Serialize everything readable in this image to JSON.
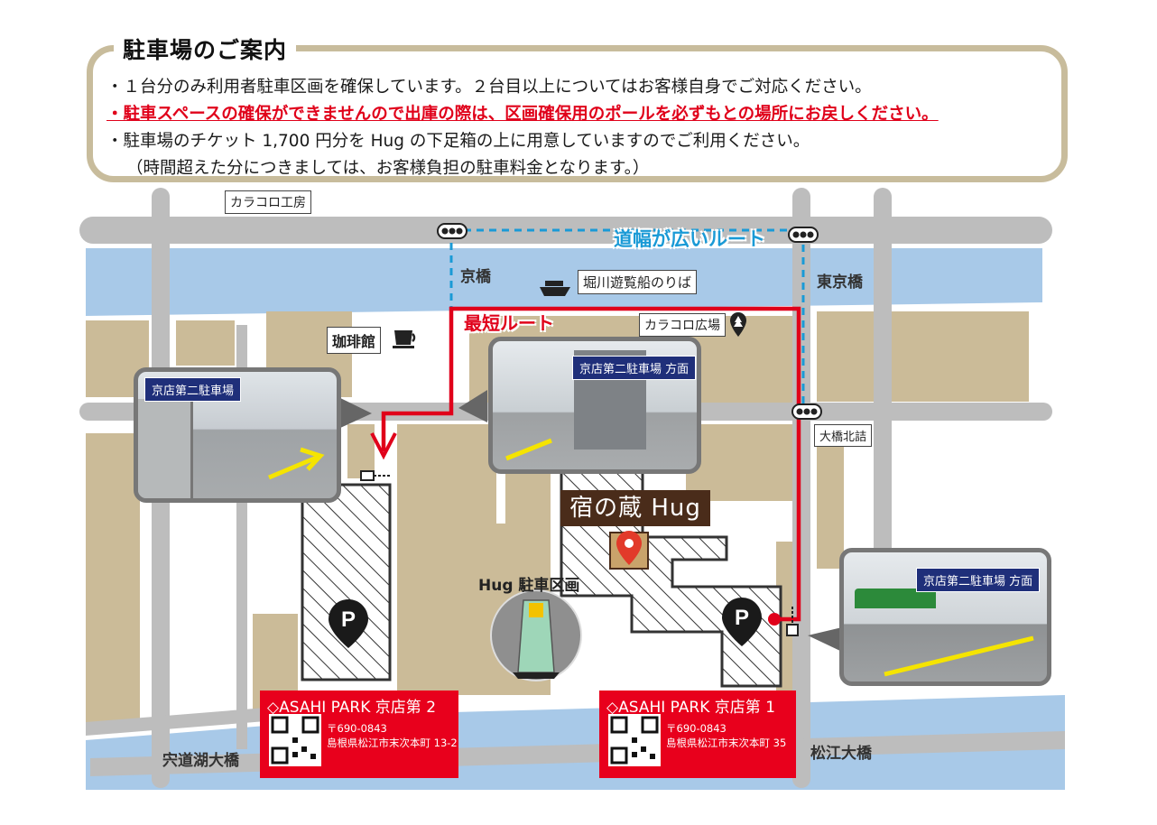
{
  "notice": {
    "title": "駐車場のご案内",
    "line1": "・１台分のみ利用者駐車区画を確保しています。２台目以上についてはお客様自身でご対応ください。",
    "line2": "・駐車スペースの確保ができませんので出庫の際は、区画確保用のポールを必ずもとの場所にお戻しください。",
    "line3": "・駐車場のチケット 1,700 円分を Hug の下足箱の上に用意していますのでご利用ください。",
    "line4": "（時間超えた分につきましては、お客様負担の駐車料金となります。）"
  },
  "landmarks": {
    "karakoro_kobo": "カラコロ工房",
    "kyobashi": "京橋",
    "horikawa": "堀川遊覧船のりば",
    "higashi_kyobashi": "東京橋",
    "karakoro_hiroba": "カラコロ広場",
    "coffee": "珈琲館",
    "ohashi_kitazume": "大橋北詰",
    "shinjiko_ohashi": "宍道湖大橋",
    "matsue_ohashi": "松江大橋"
  },
  "routes": {
    "wide": "道幅が広いルート",
    "shortest": "最短ルート"
  },
  "photos": {
    "left_caption": "京店第二駐車場",
    "center_caption": "京店第二駐車場 方面",
    "right_caption": "京店第二駐車場 方面"
  },
  "hug": {
    "title": "宿の蔵 Hug",
    "parking_label": "Hug 駐車区画"
  },
  "parking": [
    {
      "name": "◇ASAHI PARK 京店第 2",
      "zip": "〒690-0843",
      "address": "島根県松江市末次本町 13-2"
    },
    {
      "name": "◇ASAHI PARK 京店第 1",
      "zip": "〒690-0843",
      "address": "島根県松江市末次本町 35"
    }
  ],
  "icons": {
    "parking_marker": "P",
    "colors": {
      "river": "#a8c9e8",
      "road": "#bdbdbd",
      "block": "#cbbb98",
      "route_red": "#e0001a",
      "route_blue": "#1a9ad6"
    }
  }
}
